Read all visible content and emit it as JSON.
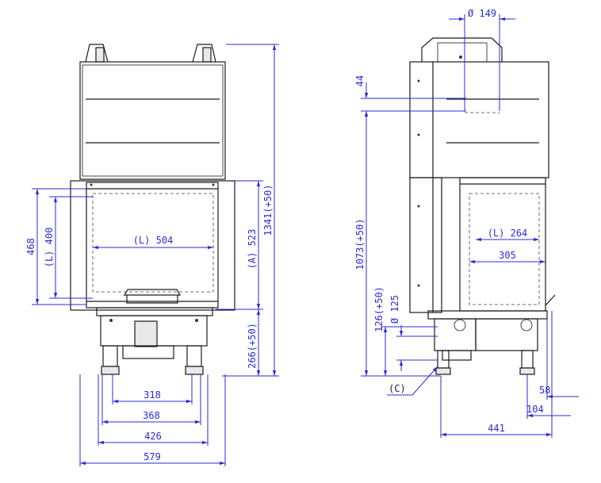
{
  "front_view": {
    "heights": {
      "overall": "1341(+50)",
      "opening_a": "(A) 523",
      "base": "266(+50)",
      "door_frame": "468",
      "opening_l": "(L) 400"
    },
    "widths": {
      "opening_l": "(L) 504",
      "legs_inner": "318",
      "legs_outer": "368",
      "base": "426",
      "overall": "579"
    }
  },
  "side_view": {
    "flue_diameter": "Ø 149",
    "flue_offset": "44",
    "glass_height": "1073(+50)",
    "inlet_height": "126(+50)",
    "inlet_diameter": "Ø 125",
    "depth_opening_l": "(L) 264",
    "depth_opening": "305",
    "inlet_label": "(C)",
    "foot_offset": "58",
    "base_offset": "104",
    "overall_depth": "441"
  }
}
